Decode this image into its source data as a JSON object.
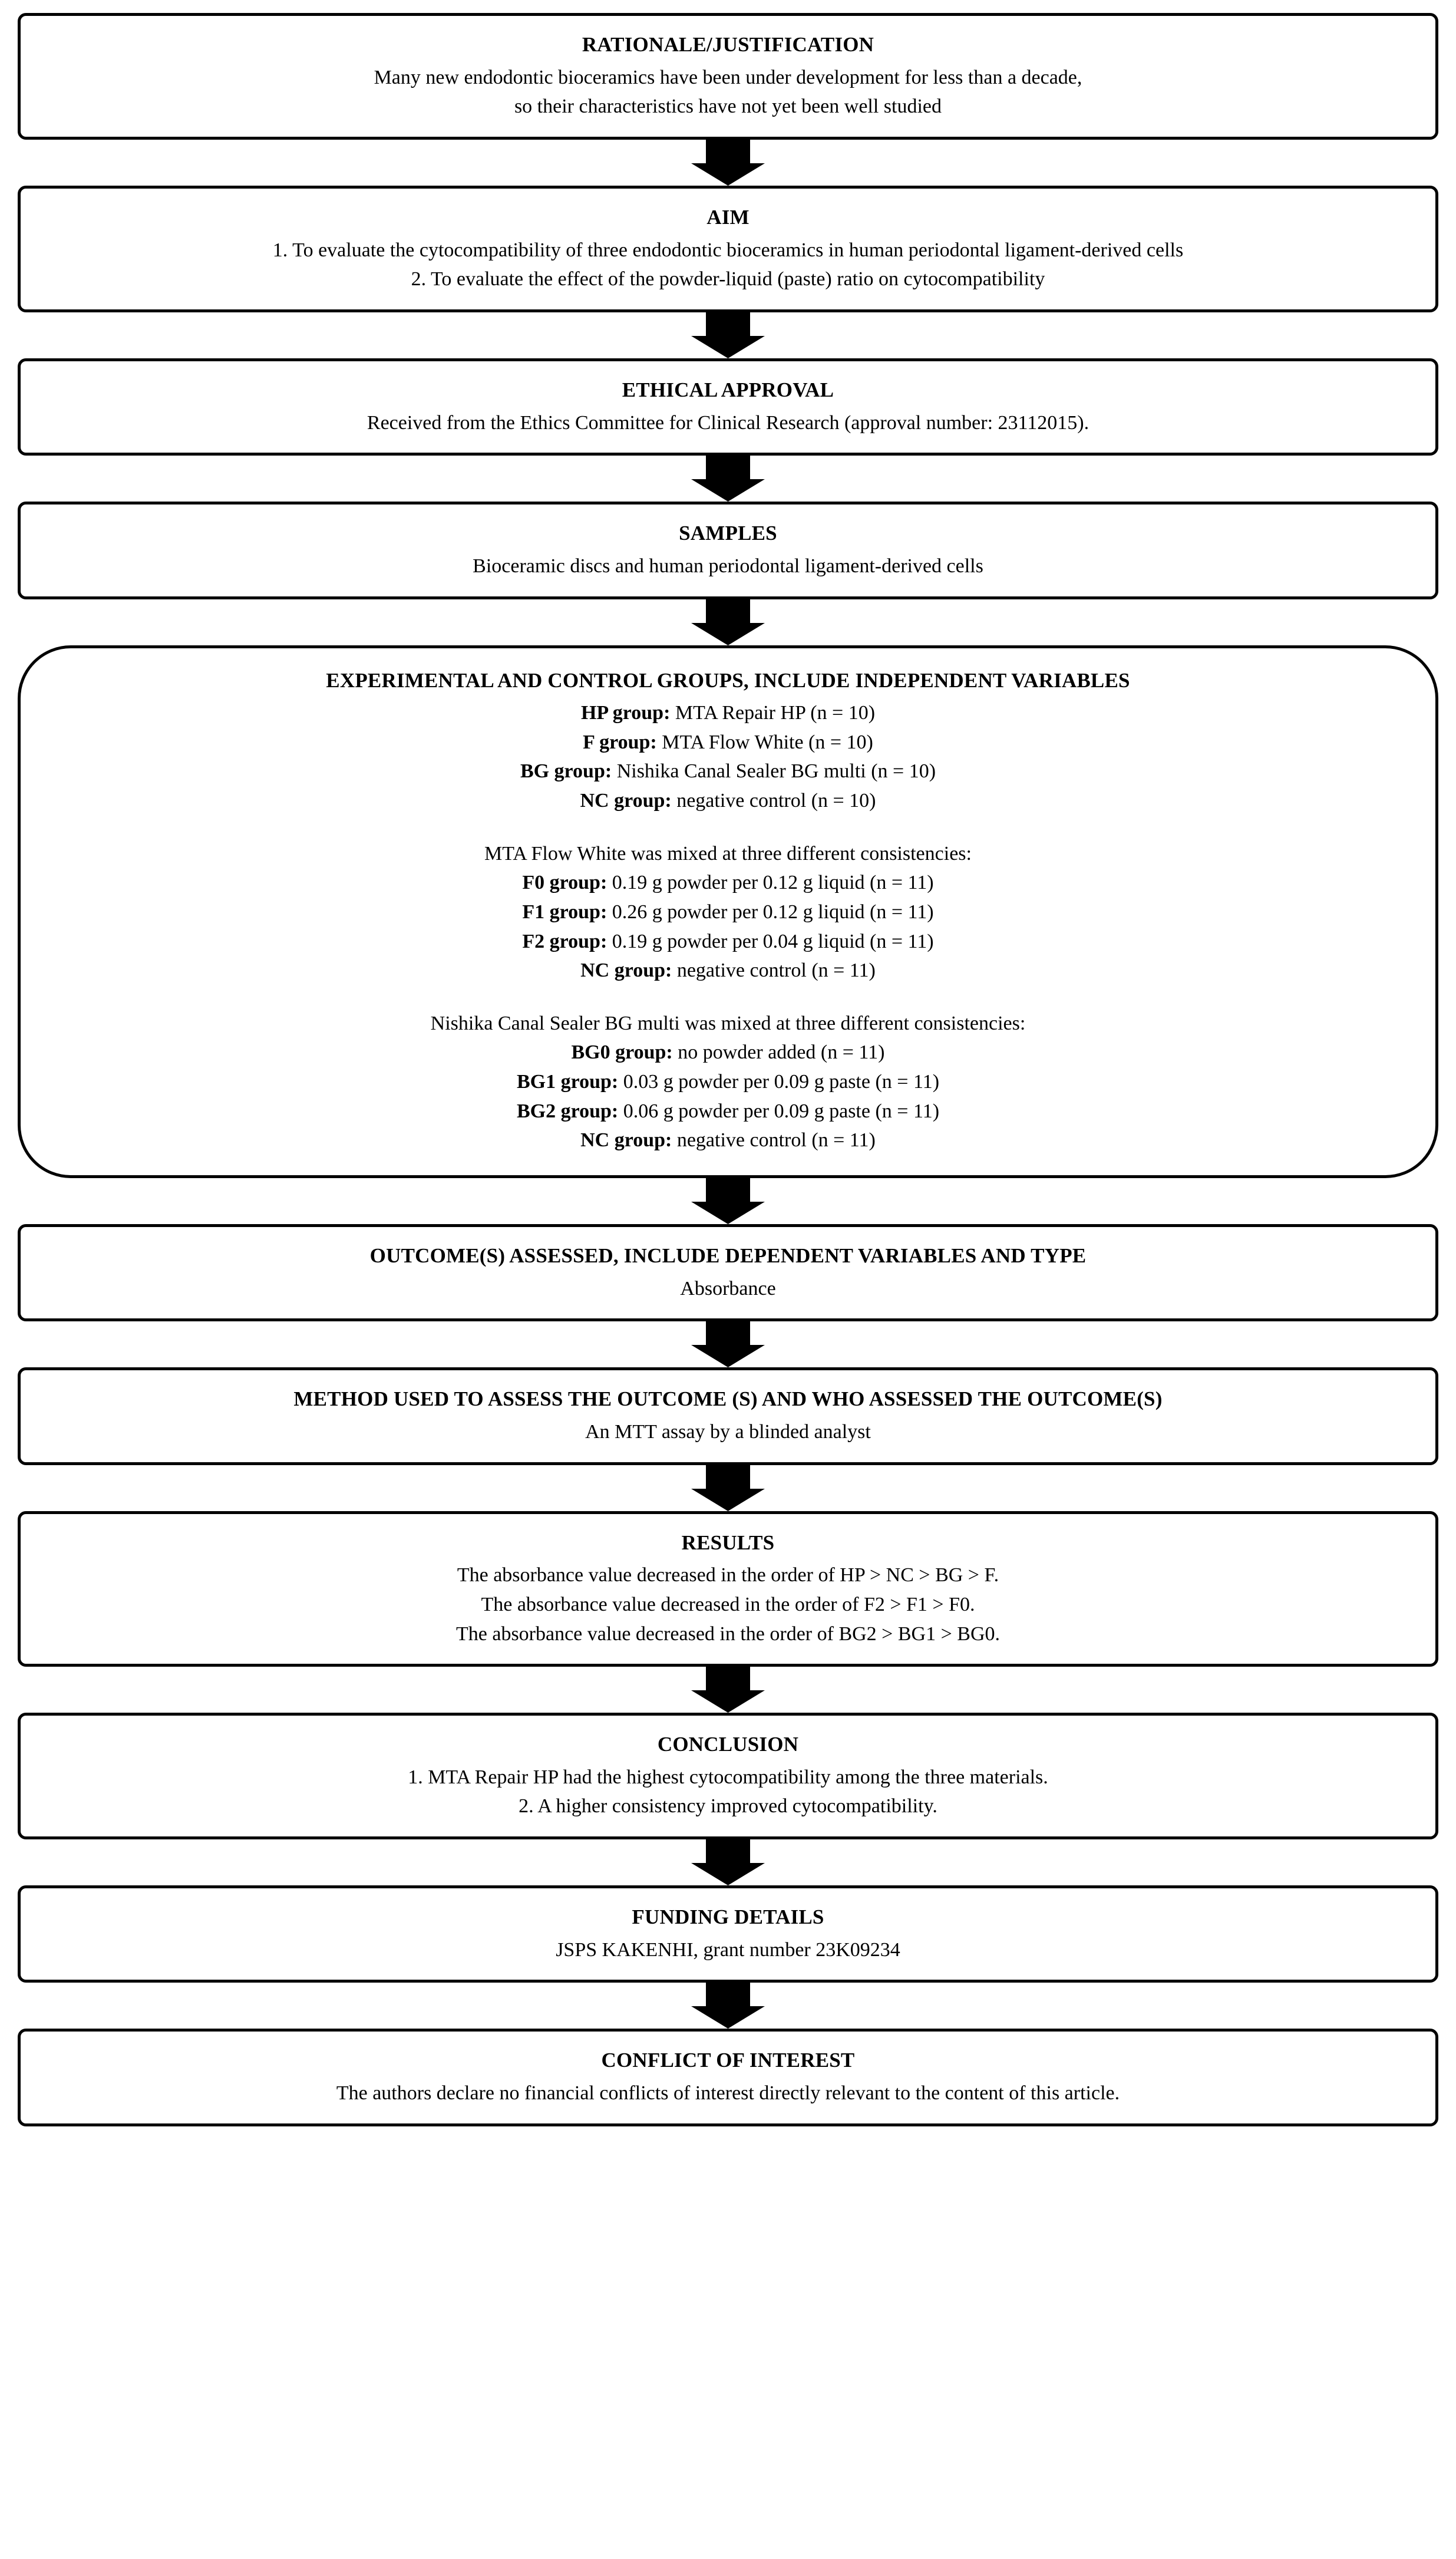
{
  "diagram": {
    "type": "flowchart",
    "orientation": "vertical",
    "connector": "down-block-arrow",
    "colors": {
      "border": "#000000",
      "background": "#ffffff",
      "text": "#000000",
      "arrow": "#000000"
    },
    "nodes": [
      {
        "id": "rationale",
        "title": "RATIONALE/JUSTIFICATION",
        "lines": [
          "Many new endodontic bioceramics have been under development for less than a decade,",
          "so their characteristics have not yet been well studied"
        ]
      },
      {
        "id": "aim",
        "title": "AIM",
        "lines": [
          "1. To evaluate the cytocompatibility of three endodontic bioceramics in human periodontal ligament-derived cells",
          "2. To evaluate the effect of the powder-liquid (paste) ratio on cytocompatibility"
        ]
      },
      {
        "id": "ethical-approval",
        "title": "ETHICAL APPROVAL",
        "lines": [
          "Received from the Ethics Committee for Clinical Research (approval number: 23112015)."
        ]
      },
      {
        "id": "samples",
        "title": "SAMPLES",
        "lines": [
          "Bioceramic discs and human periodontal ligament-derived cells"
        ]
      },
      {
        "id": "experimental-groups",
        "title": "EXPERIMENTAL AND CONTROL GROUPS, INCLUDE INDEPENDENT VARIABLES",
        "blocks": [
          {
            "intro": "",
            "items": [
              {
                "lead": "HP group:",
                "rest": " MTA Repair HP (n = 10)"
              },
              {
                "lead": "F group:",
                "rest": " MTA Flow White (n = 10)"
              },
              {
                "lead": "BG group:",
                "rest": " Nishika Canal Sealer BG multi (n = 10)"
              },
              {
                "lead": "NC group:",
                "rest": " negative control (n = 10)"
              }
            ]
          },
          {
            "intro": "MTA Flow White was mixed at three different consistencies:",
            "items": [
              {
                "lead": "F0 group:",
                "rest": " 0.19 g powder per 0.12 g liquid (n = 11)"
              },
              {
                "lead": "F1 group:",
                "rest": " 0.26 g powder per 0.12 g liquid (n = 11)"
              },
              {
                "lead": "F2 group:",
                "rest": " 0.19 g powder per 0.04 g liquid (n = 11)"
              },
              {
                "lead": "NC group:",
                "rest": " negative control (n = 11)"
              }
            ]
          },
          {
            "intro": "Nishika Canal Sealer BG multi was mixed at three different consistencies:",
            "items": [
              {
                "lead": "BG0 group:",
                "rest": " no powder added (n = 11)"
              },
              {
                "lead": "BG1 group:",
                "rest": " 0.03 g powder per 0.09 g paste (n = 11)"
              },
              {
                "lead": "BG2 group:",
                "rest": " 0.06 g powder per 0.09 g paste (n = 11)"
              },
              {
                "lead": "NC group:",
                "rest": " negative control (n = 11)"
              }
            ]
          }
        ]
      },
      {
        "id": "outcomes",
        "title": "OUTCOME(S) ASSESSED, INCLUDE DEPENDENT VARIABLES AND TYPE",
        "lines": [
          "Absorbance"
        ]
      },
      {
        "id": "method",
        "title": "METHOD USED TO ASSESS THE OUTCOME (S) AND WHO ASSESSED THE OUTCOME(S)",
        "lines": [
          "An MTT assay by a blinded analyst"
        ]
      },
      {
        "id": "results",
        "title": "RESULTS",
        "lines": [
          "The absorbance value decreased in the order of HP > NC > BG > F.",
          "The absorbance value decreased in the order of F2 > F1 > F0.",
          "The absorbance value decreased in the order of BG2 > BG1 > BG0."
        ]
      },
      {
        "id": "conclusion",
        "title": "CONCLUSION",
        "lines": [
          "1. MTA Repair HP had the highest cytocompatibility among the three materials.",
          "2. A higher consistency improved cytocompatibility."
        ]
      },
      {
        "id": "funding",
        "title": "FUNDING DETAILS",
        "lines": [
          "JSPS KAKENHI, grant number 23K09234"
        ]
      },
      {
        "id": "conflict",
        "title": "CONFLICT OF INTEREST",
        "lines": [
          "The authors declare no financial conflicts of interest directly relevant to the content of this article."
        ]
      }
    ]
  }
}
